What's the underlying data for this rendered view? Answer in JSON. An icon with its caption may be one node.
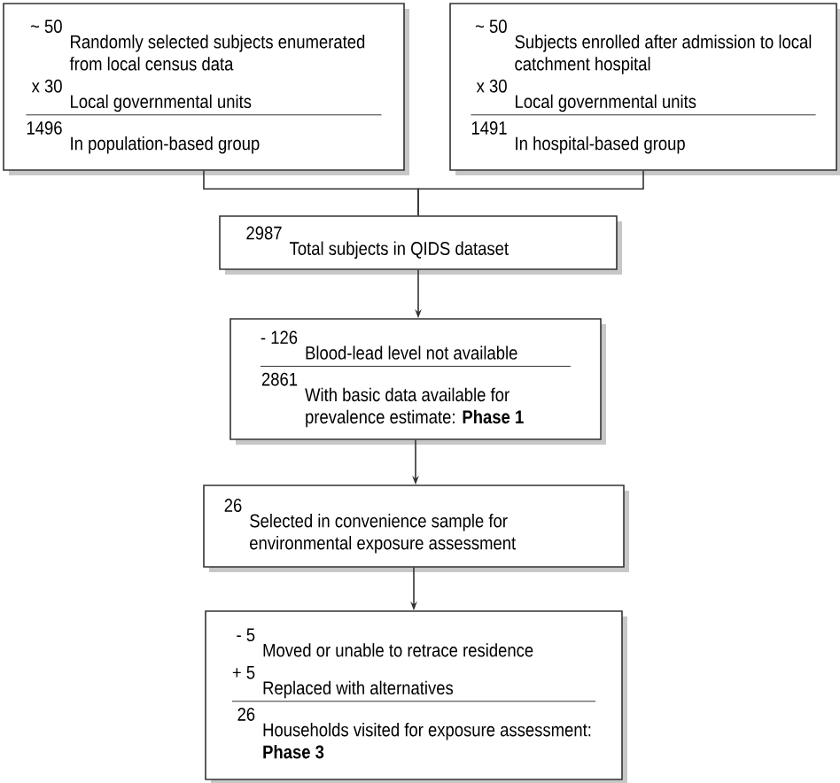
{
  "diagram": {
    "nodes": [
      {
        "text": [
          "~ 50",
          "Randomly selected subjects enumerated from local census data",
          "x 30",
          "Local governmental units",
          "1496",
          "In population-based group"
        ]
      },
      {
        "text": [
          "~ 50",
          "Subjects enrolled after admission to local catchment hospital",
          "x 30",
          "Local governmental units",
          "1491",
          "In hospital-based group"
        ]
      },
      {
        "text": [
          "2987",
          "Total subjects in QIDS dataset"
        ]
      },
      {
        "text": [
          "- 126",
          "Blood-lead level not available",
          "2861",
          "With basic data available for prevalence estimate: **Phase 1**"
        ]
      },
      {
        "text": [
          "26",
          "Selected in convenience sample for environmental exposure assessment"
        ]
      },
      {
        "text": [
          "- 5",
          "Moved or unable to retrace residence",
          "+ 5",
          "Replaced with alternatives",
          "26",
          "Households visited for exposure assessment: **Phase 3**"
        ]
      }
    ],
    "edges": [
      {
        "from": 0,
        "to": 2,
        "arrow": "none"
      },
      {
        "from": 1,
        "to": 2,
        "arrow": "none"
      },
      {
        "from": 2,
        "to": 3,
        "arrow": "to"
      },
      {
        "from": 3,
        "to": 4,
        "arrow": "to"
      },
      {
        "from": 4,
        "to": 5,
        "arrow": "to"
      }
    ]
  }
}
